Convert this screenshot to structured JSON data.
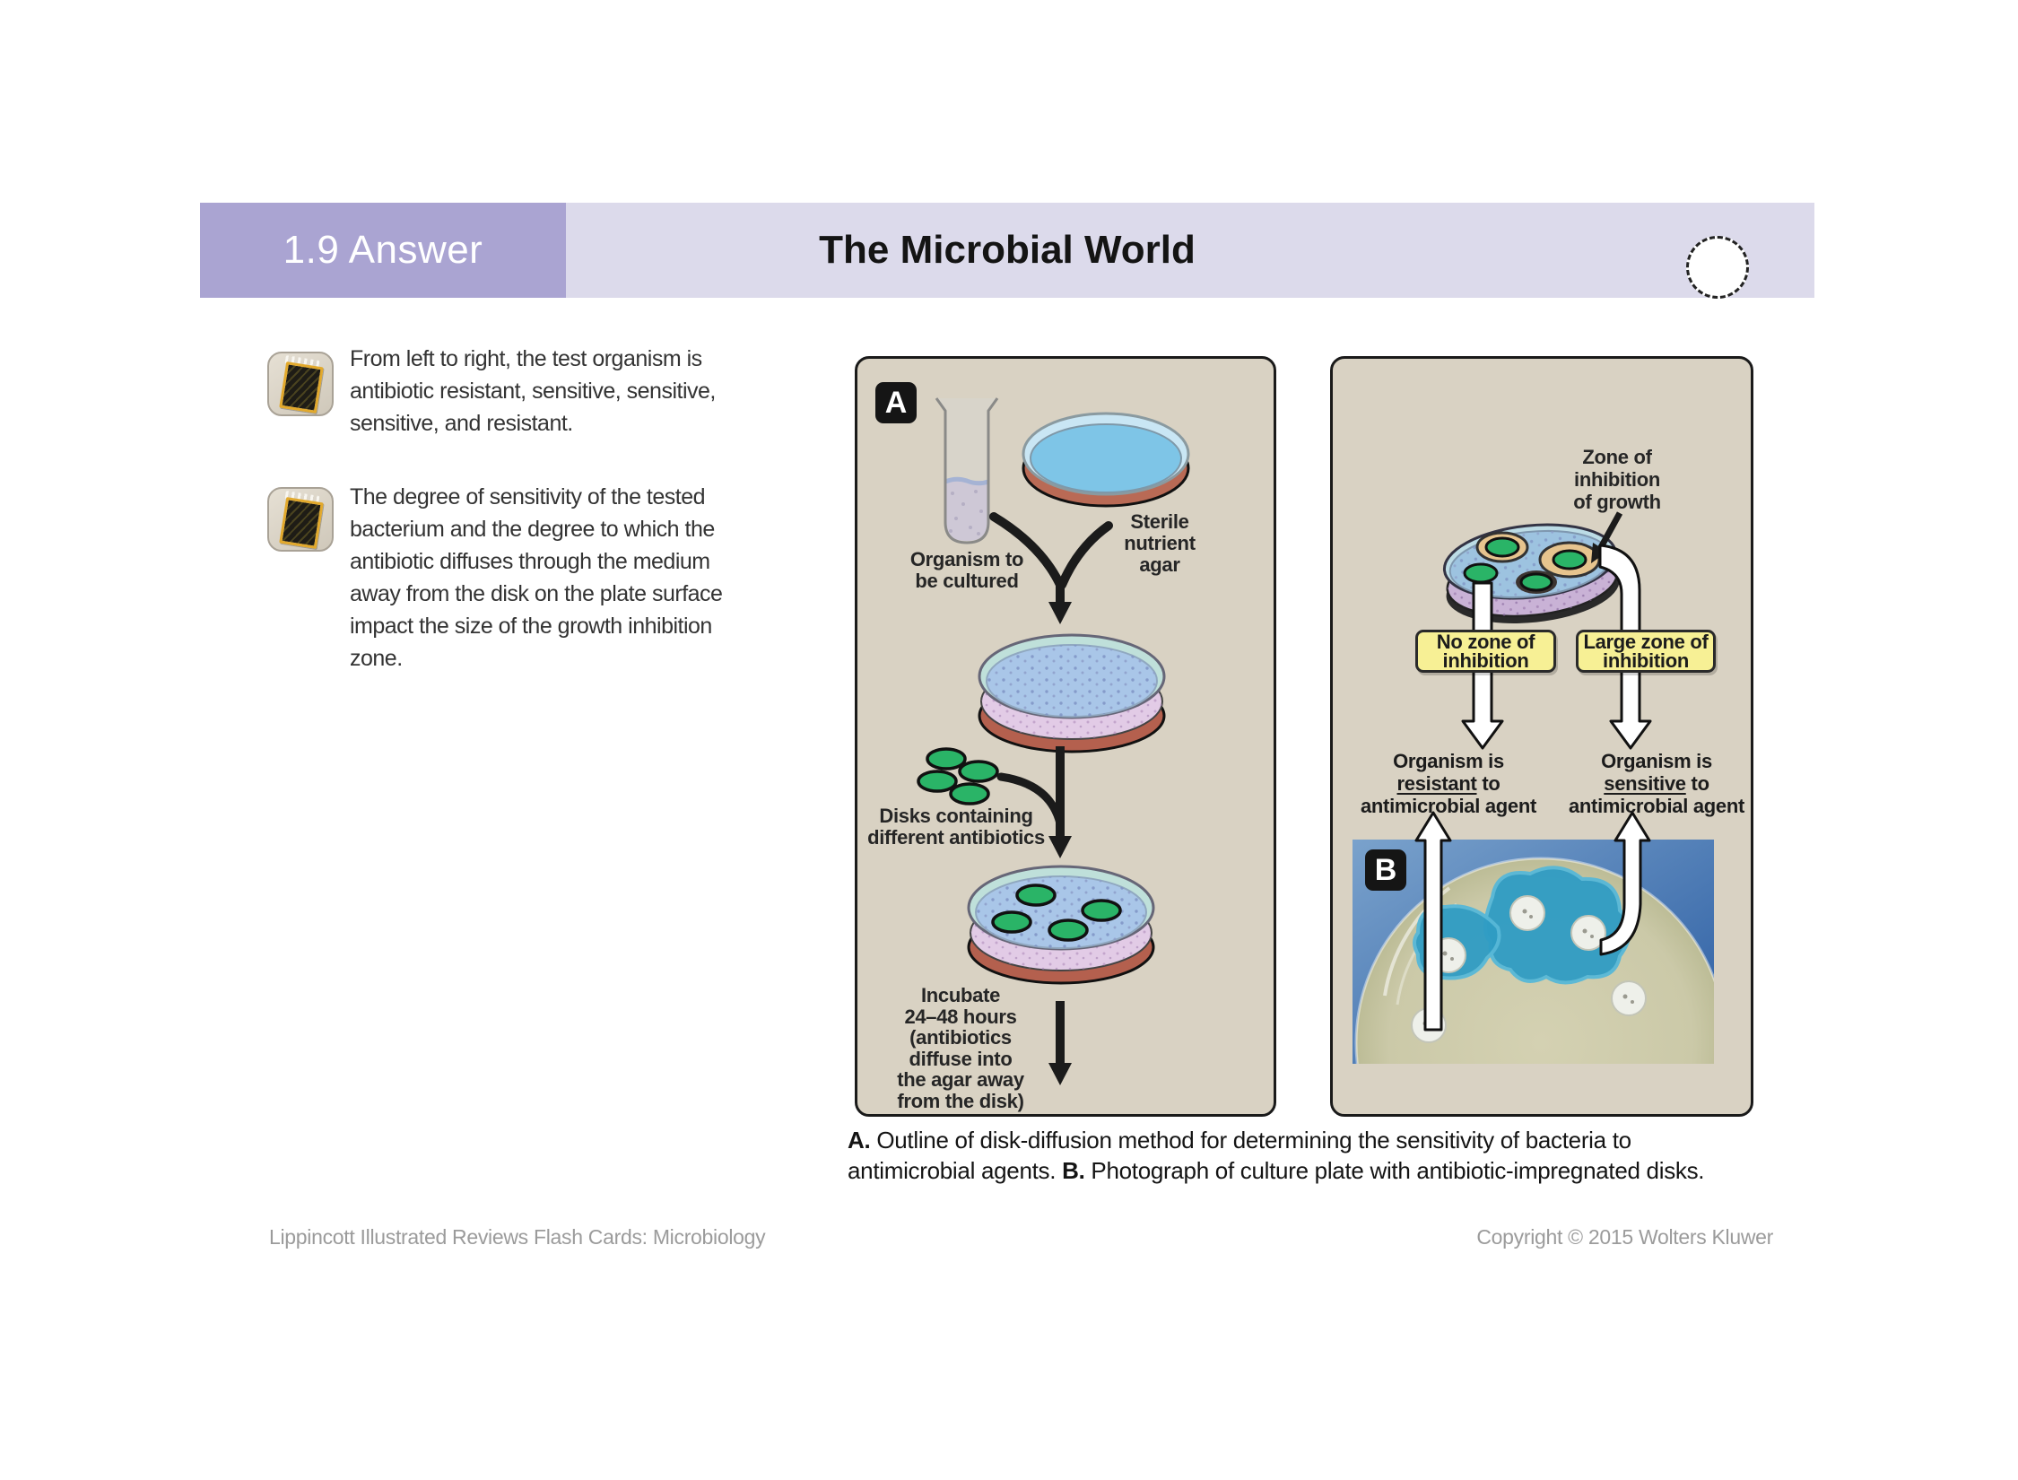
{
  "header": {
    "card_number": "1.9 Answer",
    "title": "The Microbial World"
  },
  "notes": [
    {
      "icon": "notepad-icon",
      "text": "From left to right, the test organism is\nantibiotic resistant, sensitive, sensitive,\nsensitive, and resistant."
    },
    {
      "icon": "notepad-icon",
      "text": "The degree of sensitivity of the tested\nbacterium and the degree to which the\nantibiotic diffuses through the medium\naway from the disk on the plate surface\nimpact the size of the growth inhibition\nzone."
    }
  ],
  "panel_a": {
    "badge": "A",
    "labels": {
      "organism": "Organism to\nbe cultured",
      "sterile_agar": "Sterile\nnutrient\nagar",
      "disks": "Disks containing\ndifferent antibiotics",
      "incubate": "Incubate\n24–48 hours\n(antibiotics\ndiffuse into\nthe agar away\nfrom the disk)"
    }
  },
  "panel_b": {
    "badge": "B",
    "labels": {
      "zone": "Zone of\ninhibition\nof growth",
      "no_zone": "No zone of\ninhibition",
      "large_zone": "Large zone of\ninhibition"
    },
    "result_left": {
      "line1": "Organism is",
      "word": "resistant",
      "rest": " to",
      "line3": "antimicrobial agent"
    },
    "result_right": {
      "line1": "Organism is",
      "word": "sensitive",
      "rest": " to",
      "line3": "antimicrobial agent"
    }
  },
  "caption": {
    "a_label": "A.",
    "a_text": " Outline of disk-diffusion method for determining the sensitivity of bacteria to",
    "b_pre": "antimicrobial agents. ",
    "b_label": "B.",
    "b_text": " Photograph of culture plate with antibiotic-impregnated disks."
  },
  "footer": {
    "left": "Lippincott Illustrated Reviews Flash Cards: Microbiology",
    "right": "Copyright © 2015 Wolters Kluwer"
  },
  "colors": {
    "header_tab": "#aaa4d2",
    "header_band": "#dcdaeb",
    "panel_bg": "#d9d2c3",
    "yellow_box": "#f7f095",
    "disk_green": "#2ab467",
    "zone_halo_tan": "#e6c48e",
    "zone_teal": "#2f9cc4",
    "photo_blue": "#3a6fb0",
    "agar_blue": "#7ec5e7",
    "dish_base_red": "#b96a55"
  }
}
